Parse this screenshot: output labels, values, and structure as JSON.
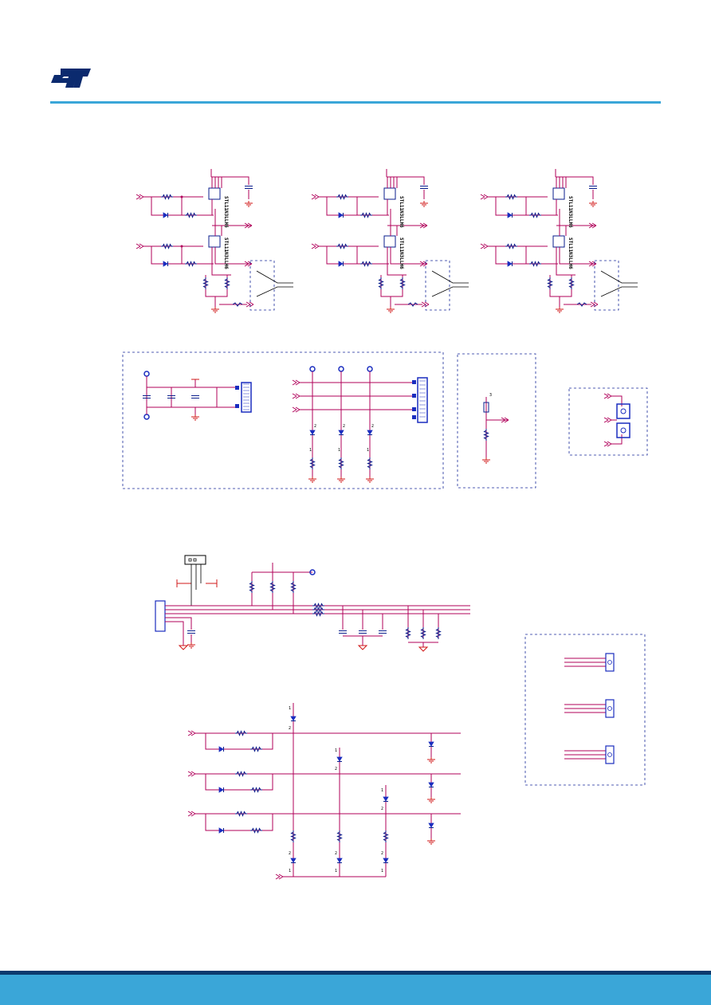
{
  "header": {
    "logo": "ST",
    "rule_color": "#3aa6d8"
  },
  "footer": {
    "band_color": "#3aa6d8",
    "line_color": "#0b3a6e"
  },
  "colors": {
    "net": "#b0005a",
    "ground": "#d01818",
    "component": "#0a1e8c",
    "frame": "#1a2a9a"
  },
  "mosfet_label": "STL11N3LLH6",
  "pin": {
    "one": "1",
    "two": "2",
    "three": "3"
  }
}
